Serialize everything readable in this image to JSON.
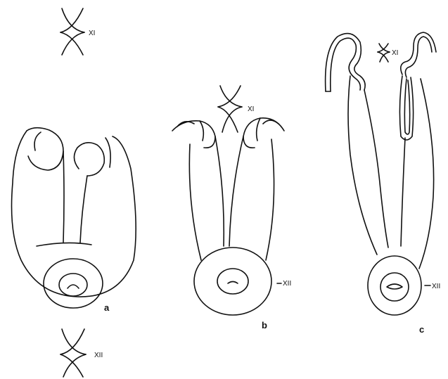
{
  "labels": {
    "segment_xi": "XI",
    "segment_xii": "XII"
  },
  "panels": [
    {
      "id": "a",
      "label": "a"
    },
    {
      "id": "b",
      "label": "b"
    },
    {
      "id": "c",
      "label": "c"
    }
  ]
}
